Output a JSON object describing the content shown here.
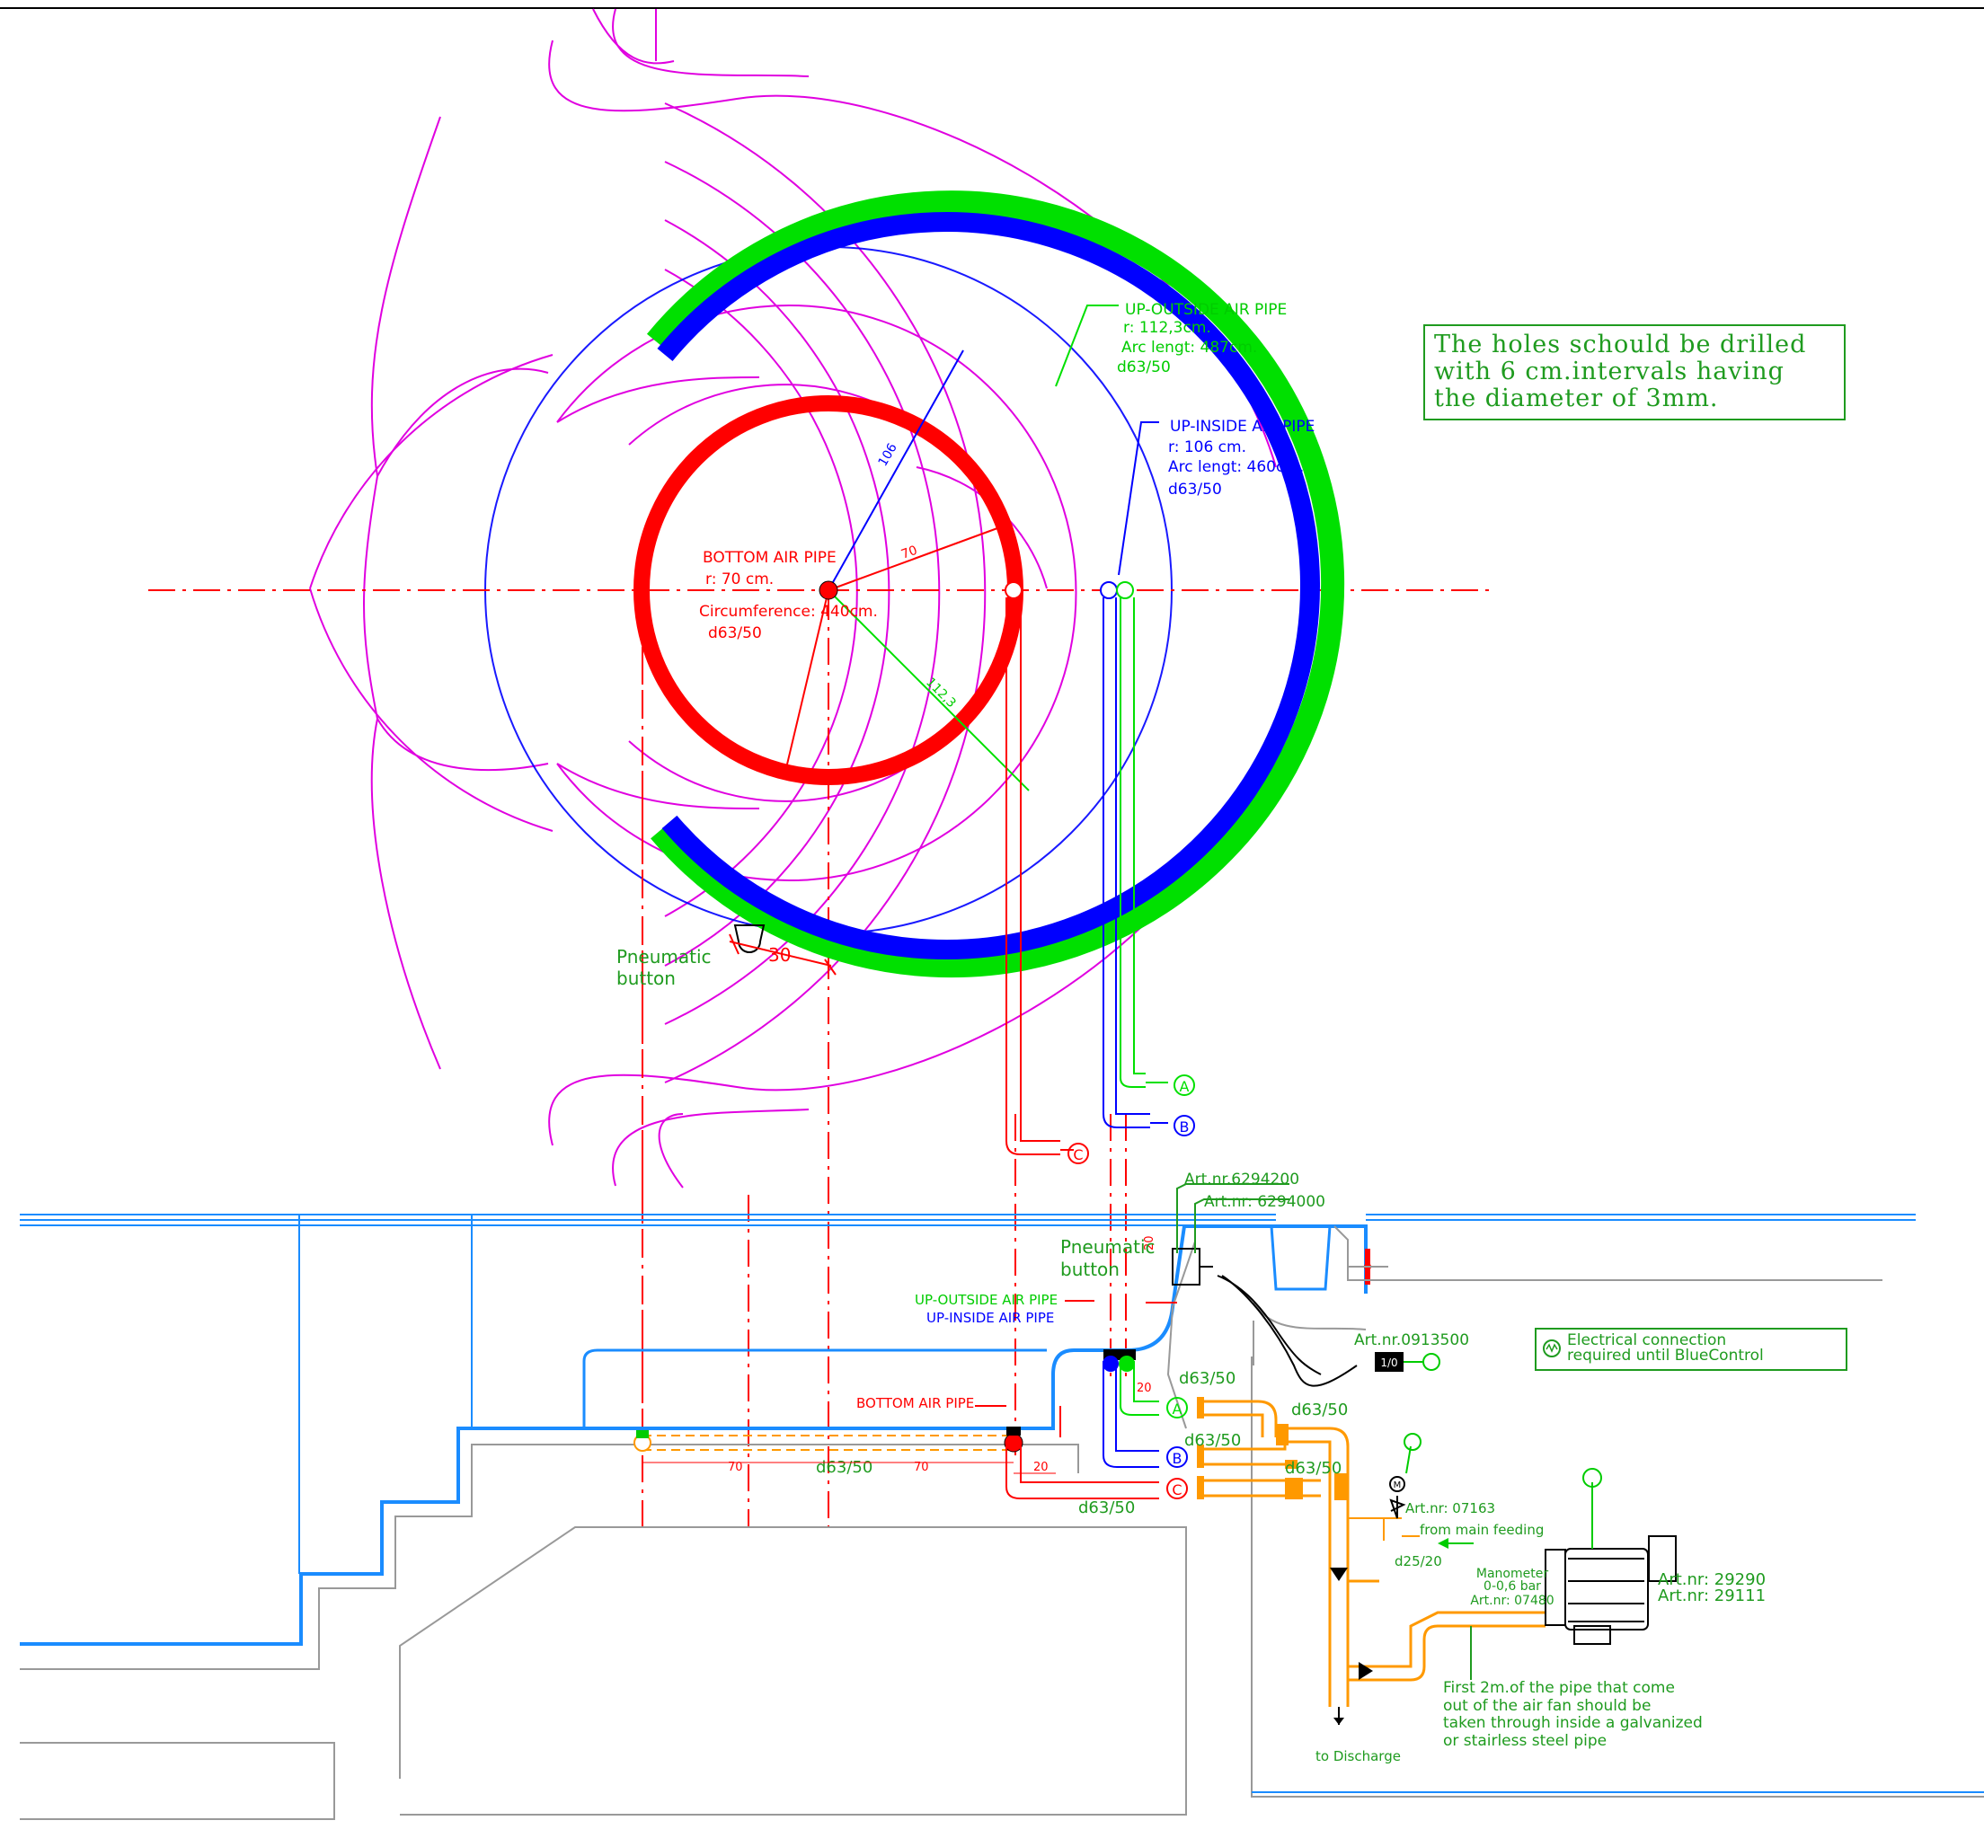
{
  "colors": {
    "pool_outline": "#e000e0",
    "bottom_pipe": "#ff0000",
    "up_outside_pipe": "#00e000",
    "up_inside_pipe": "#0000ff",
    "water_line": "#1a8cff",
    "orange_pipe": "#ff9900",
    "label_green": "#1f9b1f",
    "gray_structure": "#999999"
  },
  "notes": {
    "drill_note": [
      "The holes schould be drilled",
      "with 6 cm.intervals having",
      "the diameter of 3mm."
    ],
    "electrical_note": [
      "Electrical   connection",
      "required  until BlueControl"
    ]
  },
  "plan_labels": {
    "up_outside": {
      "title": "UP-OUTSIDE AIR PIPE",
      "radius": "r: 112,3cm.",
      "arc": "Arc lengt: 487cm.",
      "size": "d63/50"
    },
    "up_inside": {
      "title": "UP-INSIDE AIR PIPE",
      "radius": "r: 106  cm.",
      "arc": "Arc lengt: 460cm.",
      "size": "d63/50"
    },
    "bottom": {
      "title": "BOTTOM AIR PIPE",
      "radius": "r: 70  cm.",
      "circumference": "Circumference: 440cm.",
      "size": "d63/50"
    },
    "dim_106": "106",
    "dim_70": "70",
    "dim_112": "112,3",
    "dim_30": "30",
    "pneumatic_button": [
      "Pneumatic",
      "button"
    ],
    "port_a": "A",
    "port_b": "B",
    "port_c": "C"
  },
  "section_labels": {
    "art_6294200": "Art.nr.6294200",
    "art_6294000": "Art.nr: 6294000",
    "dim_20_top": "20",
    "pneumatic_button": [
      "Pneumatic",
      "button"
    ],
    "up_outside": "UP-OUTSIDE AIR PIPE",
    "up_inside": "UP-INSIDE AIR PIPE",
    "bottom": "BOTTOM AIR PIPE",
    "art_0913500": "Art.nr.0913500",
    "switch_label": "1/0",
    "d63_1": "d63/50",
    "d63_2": "d63/50",
    "d63_3": "d63/50",
    "d63_4": "d63/50",
    "d63_5": "d63/50",
    "d63_6": "d63/50",
    "dim_20_a": "20",
    "dim_20_b": "20",
    "dim_70_a": "70",
    "dim_70_b": "70",
    "art_07163": "Art.nr: 07163",
    "from_main_feeding": "from main feeding",
    "d25": "d25/20",
    "manometer": [
      "Manometer",
      "0-0,6 bar",
      "Art.nr: 07480"
    ],
    "fan_art": [
      "Art.nr: 29290",
      "Art.nr: 29111"
    ],
    "fan_note": [
      "First 2m.of the pipe that come",
      "out of the air fan should be",
      "taken through inside a galvanized",
      "or stairless steel pipe"
    ],
    "to_discharge": "to Discharge",
    "motor_symbol": "M",
    "port_a": "A",
    "port_b": "B",
    "port_c": "C"
  }
}
